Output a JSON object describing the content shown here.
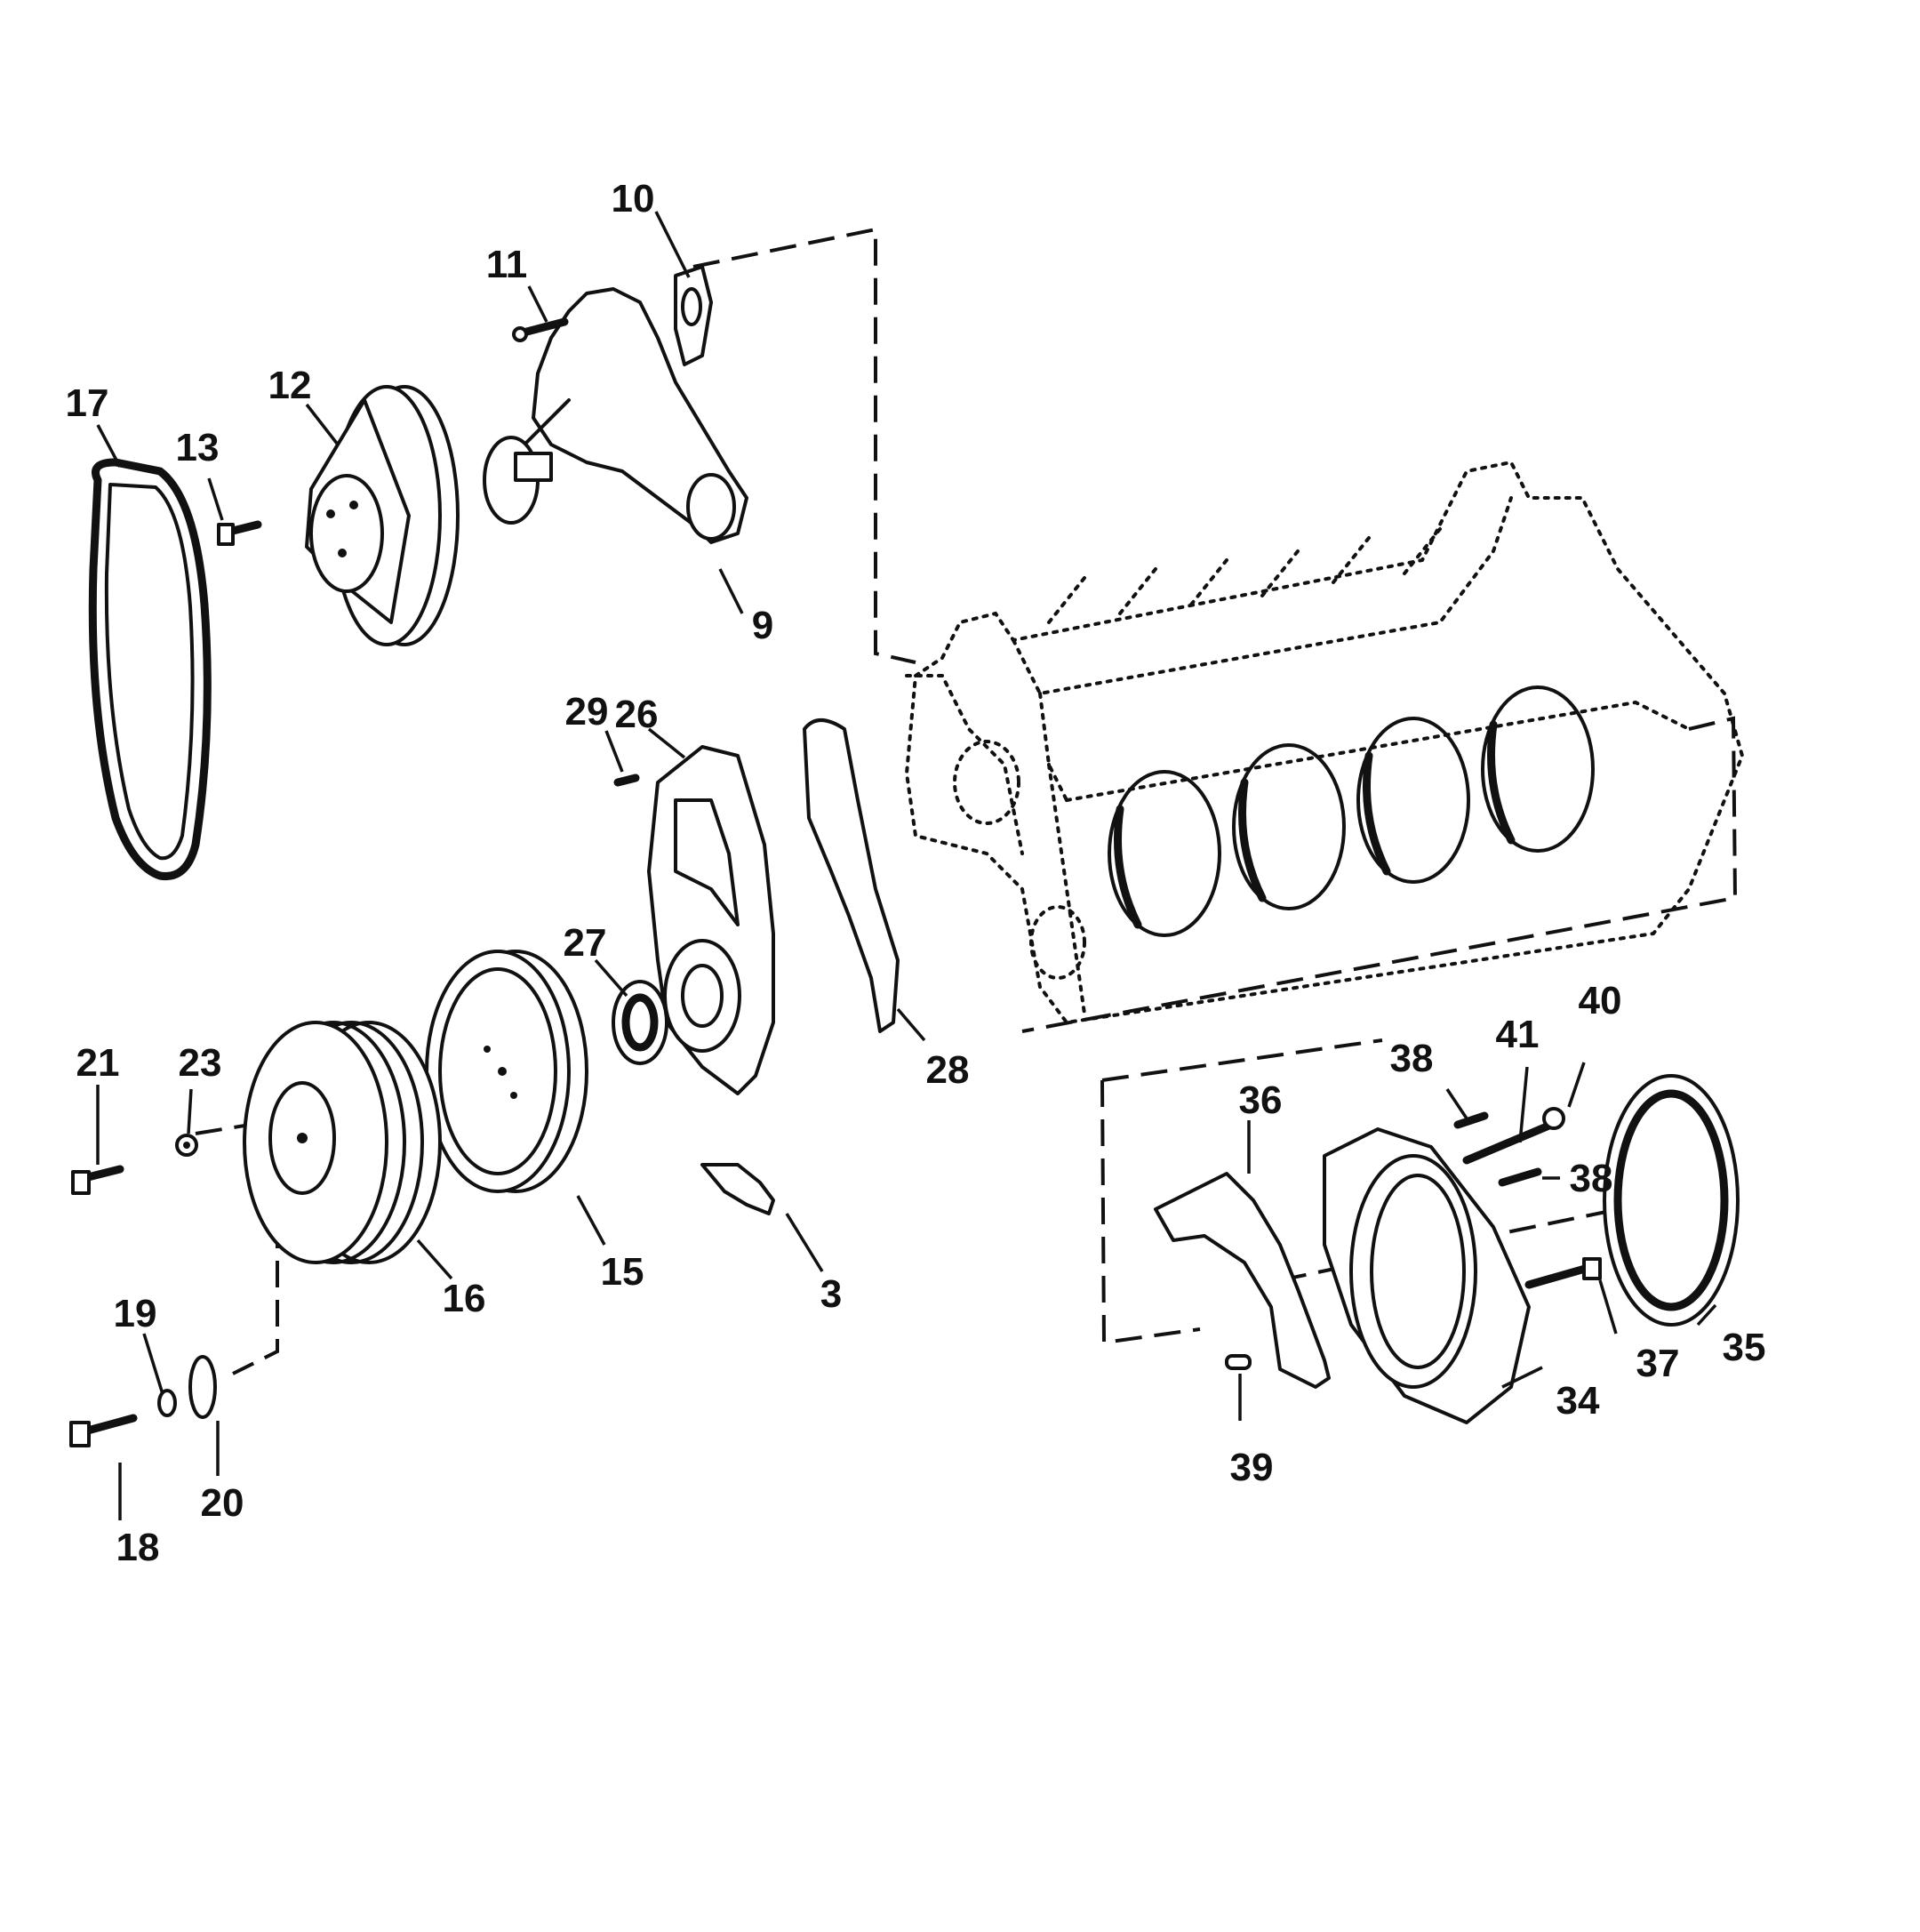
{
  "diagram": {
    "type": "exploded-parts-view",
    "parts": [
      {
        "id": "water-pump",
        "callout": "9"
      },
      {
        "id": "water-pump-gasket",
        "callout": "10"
      },
      {
        "id": "water-pump-bolt",
        "callout": "11"
      },
      {
        "id": "water-pump-pulley",
        "callout": "12"
      },
      {
        "id": "pulley-screw",
        "callout": "13"
      },
      {
        "id": "drive-belt",
        "callout": "17"
      },
      {
        "id": "timing-cover",
        "callout": "26"
      },
      {
        "id": "timing-cover-screw",
        "callout": "29"
      },
      {
        "id": "front-oil-seal",
        "callout": "27"
      },
      {
        "id": "timing-cover-gasket",
        "callout": "28"
      },
      {
        "id": "harmonic-balancer",
        "callout": "15"
      },
      {
        "id": "crankshaft-pulley",
        "callout": "16"
      },
      {
        "id": "timing-pointer",
        "callout": "3"
      },
      {
        "id": "pulley-bolt",
        "callout": "21"
      },
      {
        "id": "lock-washer-small",
        "callout": "23"
      },
      {
        "id": "balancer-bolt",
        "callout": "18"
      },
      {
        "id": "lock-washer",
        "callout": "19"
      },
      {
        "id": "balancer-washer",
        "callout": "20"
      },
      {
        "id": "rear-seal-gasket",
        "callout": "36"
      },
      {
        "id": "rear-main-seal-retainer",
        "callout": "34"
      },
      {
        "id": "rear-main-seal",
        "callout": "35"
      },
      {
        "id": "retainer-screw-upper",
        "callout": "38"
      },
      {
        "id": "retainer-stud",
        "callout": "41"
      },
      {
        "id": "retainer-nut",
        "callout": "40"
      },
      {
        "id": "retainer-screw-lower",
        "callout": "38"
      },
      {
        "id": "retainer-bolt",
        "callout": "37"
      },
      {
        "id": "dowel-pin",
        "callout": "39"
      }
    ]
  }
}
